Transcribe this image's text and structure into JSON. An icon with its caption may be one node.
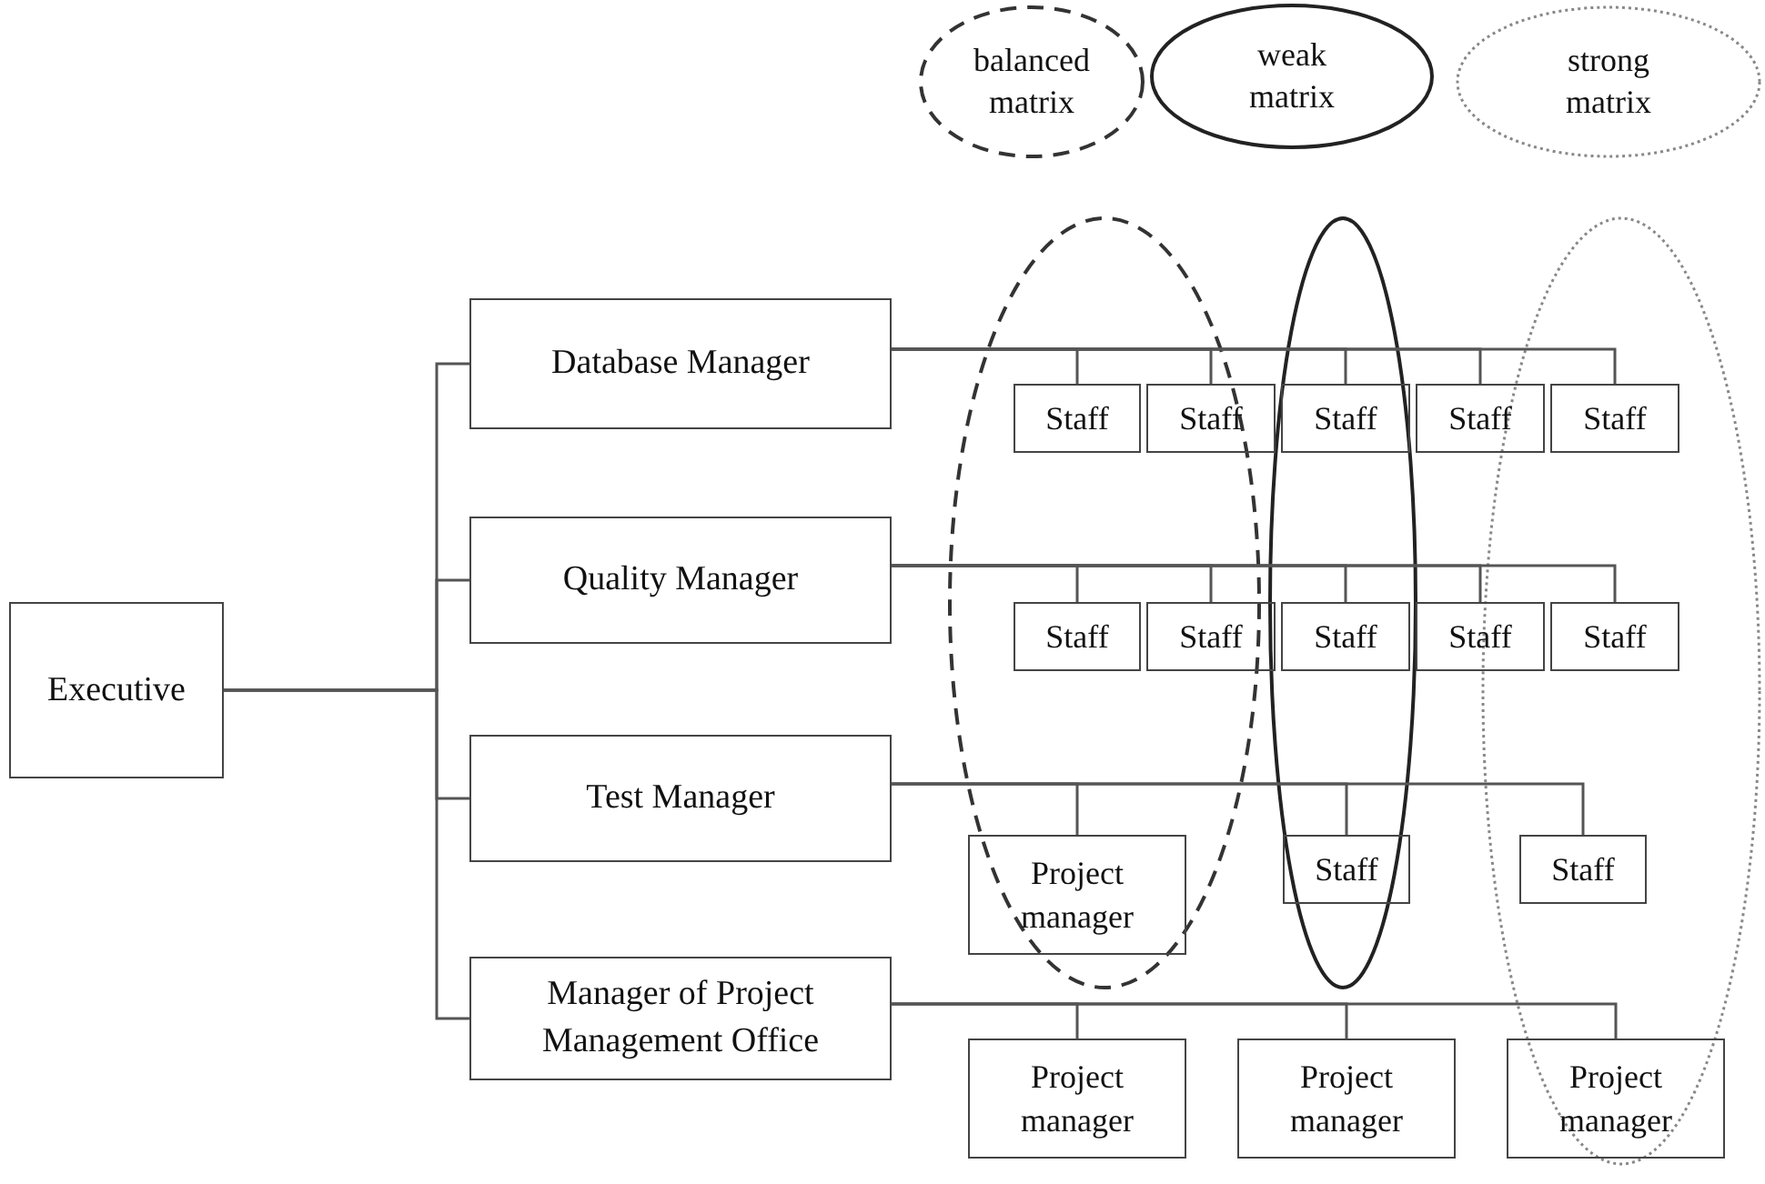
{
  "diagram": {
    "nodes": [
      {
        "text": [
          "balanced matrix"
        ]
      },
      {
        "text": [
          "weak matrix"
        ]
      },
      {
        "text": [
          "strong matrix"
        ]
      },
      {
        "text": [
          "Executive"
        ]
      },
      {
        "text": [
          "Database Manager"
        ]
      },
      {
        "text": [
          "Quality Manager"
        ]
      },
      {
        "text": [
          "Test Manager"
        ]
      },
      {
        "text": [
          "Manager of Project Management Office"
        ]
      },
      {
        "text": [
          "Staff"
        ]
      },
      {
        "text": [
          "Staff"
        ]
      },
      {
        "text": [
          "Staff"
        ]
      },
      {
        "text": [
          "Staff"
        ]
      },
      {
        "text": [
          "Staff"
        ]
      },
      {
        "text": [
          "Staff"
        ]
      },
      {
        "text": [
          "Staff"
        ]
      },
      {
        "text": [
          "Staff"
        ]
      },
      {
        "text": [
          "Staff"
        ]
      },
      {
        "text": [
          "Staff"
        ]
      },
      {
        "text": [
          "Project manager"
        ]
      },
      {
        "text": [
          "Staff"
        ]
      },
      {
        "text": [
          "Staff"
        ]
      },
      {
        "text": [
          "Project manager"
        ]
      },
      {
        "text": [
          "Project manager"
        ]
      },
      {
        "text": [
          "Project manager"
        ]
      }
    ],
    "edges": [
      {
        "from": 3,
        "to": 4,
        "arrow": "none"
      },
      {
        "from": 3,
        "to": 5,
        "arrow": "none"
      },
      {
        "from": 3,
        "to": 6,
        "arrow": "none"
      },
      {
        "from": 3,
        "to": 7,
        "arrow": "none"
      },
      {
        "from": 4,
        "to": 8,
        "arrow": "none"
      },
      {
        "from": 4,
        "to": 9,
        "arrow": "none"
      },
      {
        "from": 4,
        "to": 10,
        "arrow": "none"
      },
      {
        "from": 4,
        "to": 11,
        "arrow": "none"
      },
      {
        "from": 4,
        "to": 12,
        "arrow": "none"
      },
      {
        "from": 5,
        "to": 13,
        "arrow": "none"
      },
      {
        "from": 5,
        "to": 14,
        "arrow": "none"
      },
      {
        "from": 5,
        "to": 15,
        "arrow": "none"
      },
      {
        "from": 5,
        "to": 16,
        "arrow": "none"
      },
      {
        "from": 5,
        "to": 17,
        "arrow": "none"
      },
      {
        "from": 6,
        "to": 18,
        "arrow": "none"
      },
      {
        "from": 6,
        "to": 19,
        "arrow": "none"
      },
      {
        "from": 6,
        "to": 20,
        "arrow": "none"
      },
      {
        "from": 7,
        "to": 21,
        "arrow": "none"
      },
      {
        "from": 7,
        "to": 22,
        "arrow": "none"
      },
      {
        "from": 7,
        "to": 23,
        "arrow": "none"
      }
    ]
  }
}
